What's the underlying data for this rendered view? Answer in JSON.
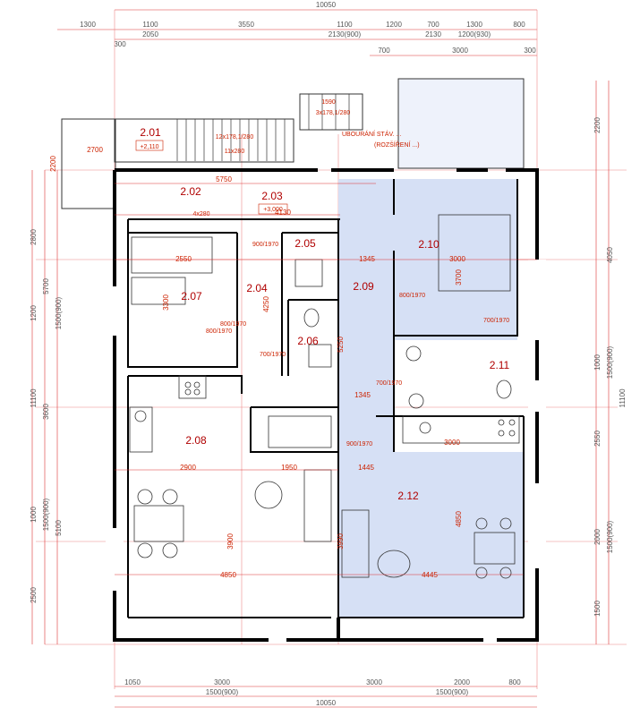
{
  "top_dims": {
    "total": "10050",
    "row1": [
      "1300",
      "1100",
      "3550",
      "1100",
      "1200",
      "700",
      "1300",
      "800"
    ],
    "row2": [
      "300",
      "2050",
      "2130(900)",
      "2130",
      "1200(930)",
      "300"
    ],
    "row3": [
      "700",
      "3000",
      "300"
    ]
  },
  "stair": {
    "label1": "1590",
    "label2": "3x178,1/280",
    "label3": "12x178,1/280",
    "label4": "11x280",
    "label5": "4x280"
  },
  "rooms": {
    "r201": {
      "id": "2.01",
      "level": "+2,110"
    },
    "r202": {
      "id": "2.02"
    },
    "r203": {
      "id": "2.03",
      "level": "+3,000"
    },
    "r204": {
      "id": "2.04"
    },
    "r205": {
      "id": "2.05"
    },
    "r206": {
      "id": "2.06"
    },
    "r207": {
      "id": "2.07"
    },
    "r208": {
      "id": "2.08"
    },
    "r209": {
      "id": "2.09"
    },
    "r210": {
      "id": "2.10"
    },
    "r211": {
      "id": "2.11"
    },
    "r212": {
      "id": "2.12"
    }
  },
  "note": {
    "line1": "UBOURÁNÍ STÁV. ...",
    "line2": "(ROZŠÍŘENÍ ...)"
  },
  "inner_dims": {
    "d5750": "5750",
    "d4130": "4130",
    "d2550": "2550",
    "d3000": "3000",
    "d2900": "2900",
    "d1950": "1950",
    "d4850": "4850",
    "d4445": "4445",
    "d1345": "1345",
    "d1345b": "1345",
    "d1445": "1445",
    "d3000b": "3000",
    "d3900": "3900",
    "d3990": "3990",
    "d4850v": "4850",
    "d3700": "3700",
    "d5250": "5250",
    "d4250": "4250",
    "d3300": "3300",
    "d2700": "2700",
    "d2200": "2200"
  },
  "left_dims": [
    "2800",
    "5700",
    "1200",
    "1500(900)",
    "11100",
    "3600",
    "1000",
    "1500(900)",
    "5100",
    "2500"
  ],
  "right_dims": [
    "2200",
    "4050",
    "1000",
    "1500(900)",
    "11100",
    "2550",
    "2000",
    "1500(900)",
    "1500"
  ],
  "bottom_dims": {
    "row1": [
      "1050",
      "3000",
      "3000",
      "2000",
      "800"
    ],
    "row2": [
      "1500(900)",
      "1500(900)"
    ],
    "total": "10050"
  },
  "door_labels": [
    "800/1970",
    "800/1970",
    "700/1970",
    "700/1970",
    "900/1970",
    "800/1970",
    "700/1970",
    "900/1970"
  ],
  "colors": {
    "wall": "#000000",
    "dimension": "#cc2200",
    "highlight": "#d6e0f5"
  }
}
